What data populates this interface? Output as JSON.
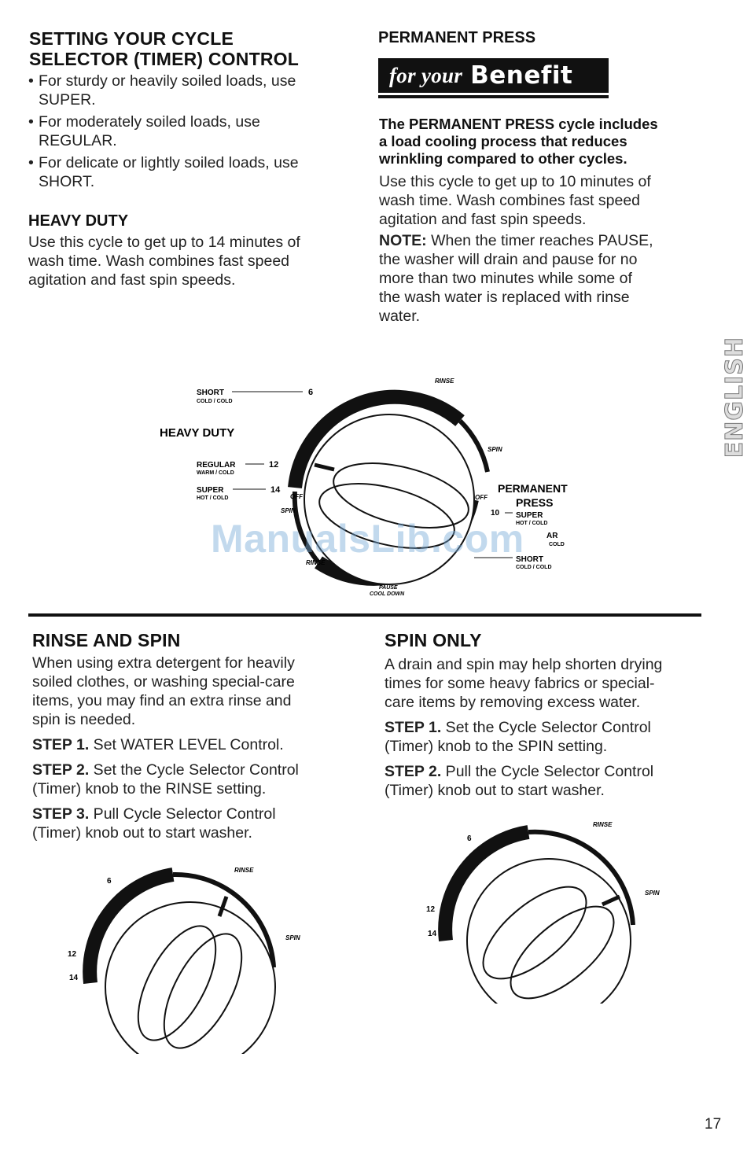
{
  "left_top": {
    "title_line1": "SETTING YOUR CYCLE",
    "title_line2": "SELECTOR (TIMER) CONTROL",
    "bullets": [
      {
        "line1": "For sturdy or heavily soiled loads, use",
        "line2": "SUPER."
      },
      {
        "line1": "For moderately soiled loads, use",
        "line2": "REGULAR."
      },
      {
        "line1": "For delicate or lightly soiled loads, use",
        "line2": "SHORT."
      }
    ],
    "heavy_duty_title": "HEAVY DUTY",
    "heavy_duty_lines": [
      "Use this cycle to get up to 14 minutes of",
      "wash time. Wash combines fast speed",
      "agitation and fast spin speeds."
    ]
  },
  "right_top": {
    "title": "PERMANENT PRESS",
    "benefit_italic": "for your",
    "benefit_big": "Benefit",
    "lead_lines": [
      "The PERMANENT PRESS cycle includes",
      "a load cooling process that reduces",
      "wrinkling compared to other cycles."
    ],
    "body_lines": [
      "Use this cycle to get up to 10 minutes of",
      "wash time. Wash combines fast speed",
      "agitation and fast spin speeds."
    ],
    "note_label": "NOTE:",
    "note_lines": [
      " When the timer reaches PAUSE,",
      "the washer will drain and pause for no",
      "more than two minutes while some of",
      "the wash water is replaced with rinse",
      "water."
    ]
  },
  "side_tab": "ENGLISH",
  "dial_main": {
    "short_label": "SHORT",
    "short_sub": "COLD / COLD",
    "short_num": "6",
    "heavy_duty": "HEAVY DUTY",
    "regular_label": "REGULAR",
    "regular_sub": "WARM / COLD",
    "regular_num": "12",
    "super_label": "SUPER",
    "super_sub": "HOT / COLD",
    "super_num": "14",
    "off_left": "OFF",
    "spin_left": "SPIN",
    "rinse_left": "RINSE",
    "rinse_top": "RINSE",
    "spin_right": "SPIN",
    "off_right": "OFF",
    "pp_title1": "PERMANENT",
    "pp_title2": "PRESS",
    "pp_num": "10",
    "pp_super": "SUPER",
    "pp_super_sub": "HOT / COLD",
    "pp_regular_partial": "AR",
    "pp_regular_sub_partial": "COLD",
    "pp_short": "SHORT",
    "pp_short_sub": "COLD / COLD",
    "pause1": "PAUSE",
    "pause2": "COOL DOWN"
  },
  "rinse_spin": {
    "title": "RINSE AND SPIN",
    "intro_lines": [
      "When using extra detergent for heavily",
      "soiled clothes, or washing special-care",
      "items, you may find an extra rinse and",
      "spin is needed."
    ],
    "step1_label": "STEP 1.",
    "step1_text": " Set WATER LEVEL Control.",
    "step2_label": "STEP 2.",
    "step2_line1": " Set the Cycle Selector Control",
    "step2_line2": "(Timer) knob to the RINSE setting.",
    "step3_label": "STEP 3.",
    "step3_line1": " Pull Cycle Selector Control",
    "step3_line2": "(Timer) knob out to start washer."
  },
  "spin_only": {
    "title": "SPIN ONLY",
    "intro_lines": [
      "A drain and spin may help shorten drying",
      "times for some heavy fabrics or special-",
      "care items by removing excess water."
    ],
    "step1_label": "STEP 1.",
    "step1_line1": " Set the Cycle Selector Control",
    "step1_line2": "(Timer) knob to the SPIN setting.",
    "step2_label": "STEP 2.",
    "step2_line1": " Pull the Cycle Selector Control",
    "step2_line2": "(Timer) knob out to start washer."
  },
  "dial_small": {
    "num6": "6",
    "num12": "12",
    "num14": "14",
    "rinse": "RINSE",
    "spin": "SPIN"
  },
  "watermark": "ManualsLib.com",
  "page_number": "17"
}
